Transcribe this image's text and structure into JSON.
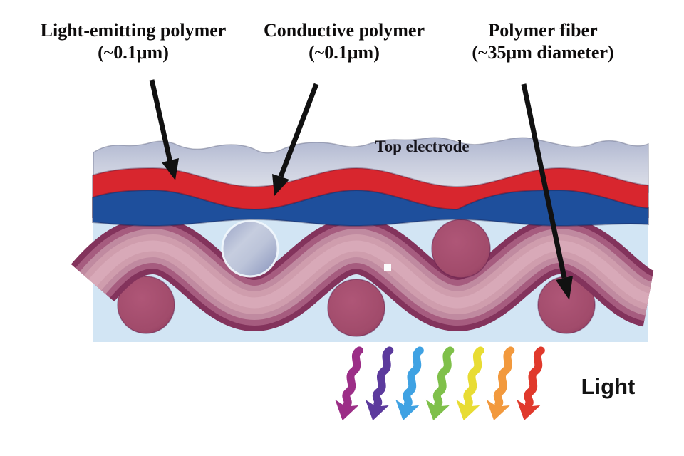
{
  "figure": {
    "type": "schematic-cross-section-of-light-emitting-fabric",
    "labels": {
      "light_emitting_polymer": {
        "title": "Light-emitting polymer",
        "size": "(~0.1μm)"
      },
      "conductive_polymer": {
        "title": "Conductive polymer",
        "size": "(~0.1μm)"
      },
      "polymer_fiber": {
        "title": "Polymer fiber",
        "size": "(~35μm diameter)"
      },
      "top_electrode": "Top electrode",
      "light": "Light"
    },
    "colors": {
      "top_electrode_layer": "#b4bbd3",
      "light_emitting_layer": "#d8262e",
      "conductive_layer": "#1e4f9c",
      "substrate_background": "#d2e5f4",
      "fiber_band_mid": "#c98da4",
      "fiber_band_edge": "#83335c",
      "fiber_circle": "#a14d6c",
      "weft_circle_gray": "#9aa5c8",
      "annotation_arrow": "#111111",
      "light_arrow_colors": [
        "#9c2e87",
        "#5c3a9d",
        "#3fa2e3",
        "#7fc04a",
        "#e8dc33",
        "#f2993d",
        "#e0392c"
      ]
    }
  }
}
